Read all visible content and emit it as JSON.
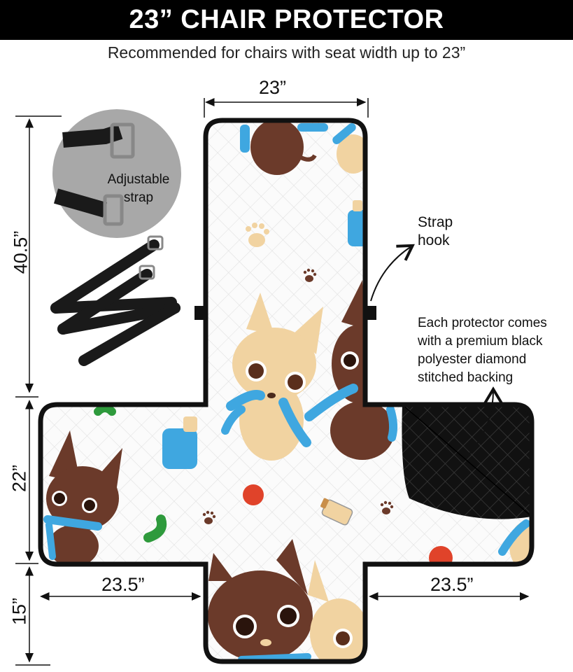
{
  "header": {
    "title": "23” CHAIR PROTECTOR",
    "subtitle": "Recommended for chairs with seat width up to 23”"
  },
  "dimensions": {
    "top_width": "23”",
    "height_back": "40.5”",
    "height_seat": "22”",
    "height_front": "15”",
    "arm_left": "23.5”",
    "arm_right": "23.5”"
  },
  "callouts": {
    "strap_label_line1": "Adjustable",
    "strap_label_line2": "strap",
    "hook_line1": "Strap",
    "hook_line2": "hook",
    "backing_line1": "Each protector comes",
    "backing_line2": "with a premium black",
    "backing_line3": "polyester diamond",
    "backing_line4": "stitched backing"
  },
  "colors": {
    "banner": "#000000",
    "protector_fill": "#fbfbfb",
    "protector_edge": "#111111",
    "quilt_line": "#e2e2e2",
    "dog_brown": "#6b3a2a",
    "dog_tan": "#f1d3a1",
    "scarf_blue": "#3fa7e0",
    "ball_red": "#e0432a",
    "bone_green": "#2e9a3c"
  }
}
